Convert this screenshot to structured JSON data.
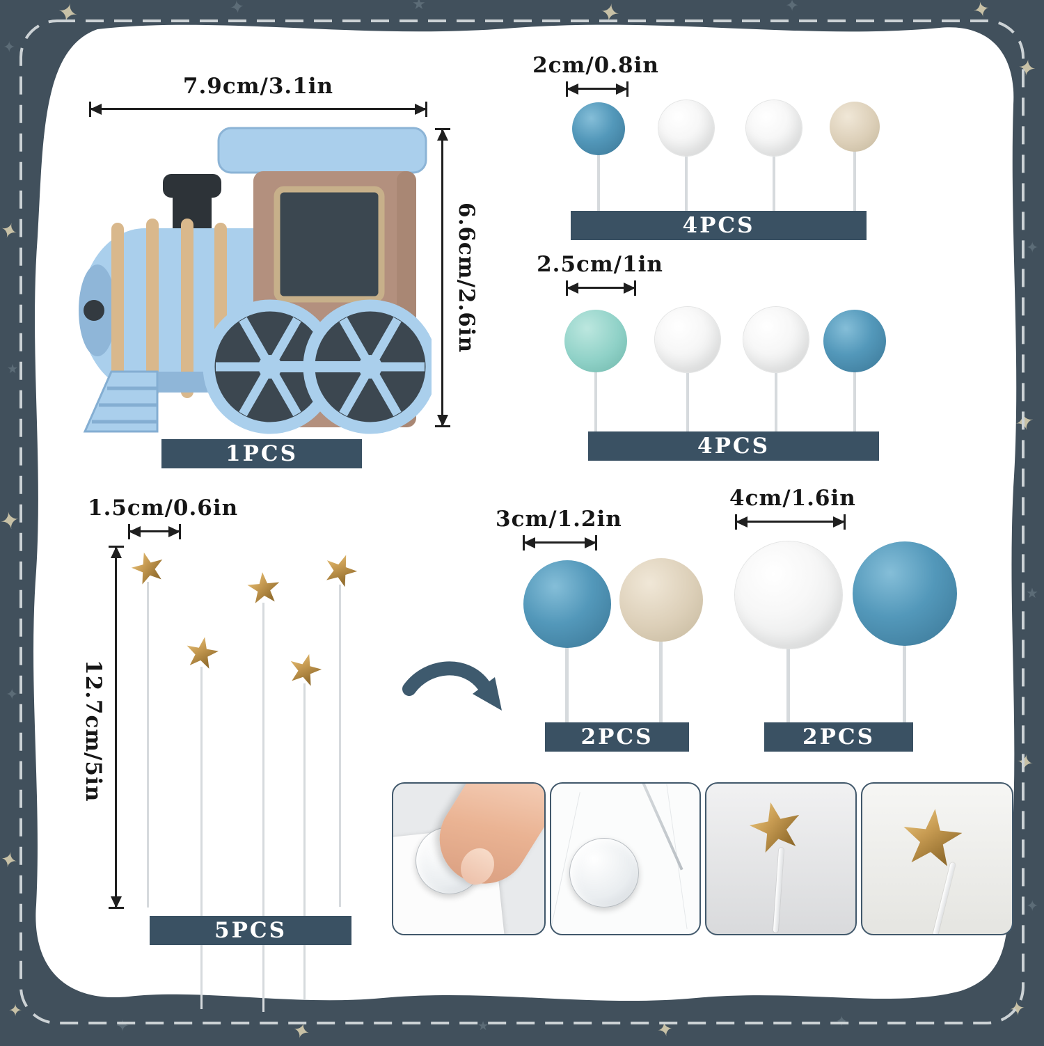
{
  "colors": {
    "background": "#41505c",
    "panel": "#ffffff",
    "count_bar": "#3a5163",
    "dimension_line": "#1f1f1f",
    "ball_blue": "#5398ba",
    "ball_white": "#f4f4f4",
    "ball_beige": "#dccfb8",
    "ball_mint": "#8fd1c7",
    "gold_star": "#bd944d",
    "train_blue": "#aacfec",
    "train_brown": "#b3907e"
  },
  "decor": {
    "star4": "✦",
    "star5": "★"
  },
  "train": {
    "width_label": "7.9cm/3.1in",
    "height_label": "6.6cm/2.6in",
    "count": "1PCS"
  },
  "group_2cm": {
    "size_label": "2cm/0.8in",
    "count": "4PCS",
    "balls": [
      "blue",
      "white",
      "white",
      "beige"
    ]
  },
  "group_2_5cm": {
    "size_label": "2.5cm/1in",
    "count": "4PCS",
    "balls": [
      "mint",
      "white",
      "white",
      "blue"
    ]
  },
  "group_stars": {
    "size_label": "1.5cm/0.6in",
    "length_label": "12.7cm/5in",
    "count": "5PCS"
  },
  "group_3cm": {
    "size_label": "3cm/1.2in",
    "count": "2PCS",
    "balls": [
      "blue",
      "beige"
    ]
  },
  "group_4cm": {
    "size_label": "4cm/1.6in",
    "count": "2PCS",
    "balls": [
      "white",
      "blue"
    ]
  }
}
